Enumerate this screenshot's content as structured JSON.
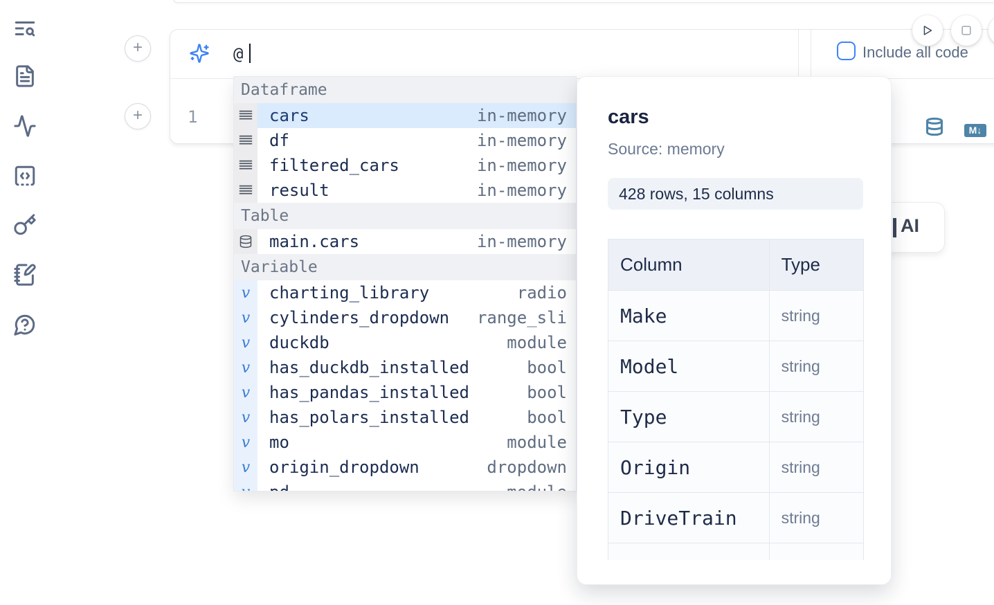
{
  "colors": {
    "accent": "#3b82f6",
    "steel_blue": "#4e84a8",
    "selection": "#d9ebfc"
  },
  "sidebar": {
    "icons": [
      "text-search-icon",
      "document-icon",
      "activity-icon",
      "code-snippet-icon",
      "key-icon",
      "notebook-pen-icon",
      "help-icon"
    ]
  },
  "toolbar": {
    "include_all_code_label": "Include all code"
  },
  "ai_input": {
    "value": "@",
    "placeholder": ""
  },
  "editor": {
    "line_number": "1"
  },
  "cell_toolbar": {
    "markdown_badge": "M↓"
  },
  "ai_card": {
    "label": "AI"
  },
  "autocomplete": {
    "sections": [
      {
        "label": "Dataframe",
        "items": [
          {
            "name": "cars",
            "type": "in-memory",
            "icon": "dataframe-icon",
            "selected": true
          },
          {
            "name": "df",
            "type": "in-memory",
            "icon": "dataframe-icon"
          },
          {
            "name": "filtered_cars",
            "type": "in-memory",
            "icon": "dataframe-icon"
          },
          {
            "name": "result",
            "type": "in-memory",
            "icon": "dataframe-icon"
          }
        ]
      },
      {
        "label": "Table",
        "items": [
          {
            "name": "main.cars",
            "type": "in-memory",
            "icon": "database-icon"
          }
        ]
      },
      {
        "label": "Variable",
        "items": [
          {
            "name": "charting_library",
            "type": "radio",
            "icon": "variable-icon"
          },
          {
            "name": "cylinders_dropdown",
            "type": "range_sli",
            "icon": "variable-icon"
          },
          {
            "name": "duckdb",
            "type": "module",
            "icon": "variable-icon"
          },
          {
            "name": "has_duckdb_installed",
            "type": "bool",
            "icon": "variable-icon"
          },
          {
            "name": "has_pandas_installed",
            "type": "bool",
            "icon": "variable-icon"
          },
          {
            "name": "has_polars_installed",
            "type": "bool",
            "icon": "variable-icon"
          },
          {
            "name": "mo",
            "type": "module",
            "icon": "variable-icon"
          },
          {
            "name": "origin_dropdown",
            "type": "dropdown",
            "icon": "variable-icon"
          },
          {
            "name": "pd",
            "type": "module",
            "icon": "variable-icon",
            "clipped": true
          }
        ]
      }
    ]
  },
  "preview_panel": {
    "title": "cars",
    "source": "Source: memory",
    "shape": "428 rows, 15 columns",
    "table": {
      "headers": [
        "Column",
        "Type"
      ],
      "rows": [
        [
          "Make",
          "string"
        ],
        [
          "Model",
          "string"
        ],
        [
          "Type",
          "string"
        ],
        [
          "Origin",
          "string"
        ],
        [
          "DriveTrain",
          "string"
        ]
      ]
    }
  }
}
